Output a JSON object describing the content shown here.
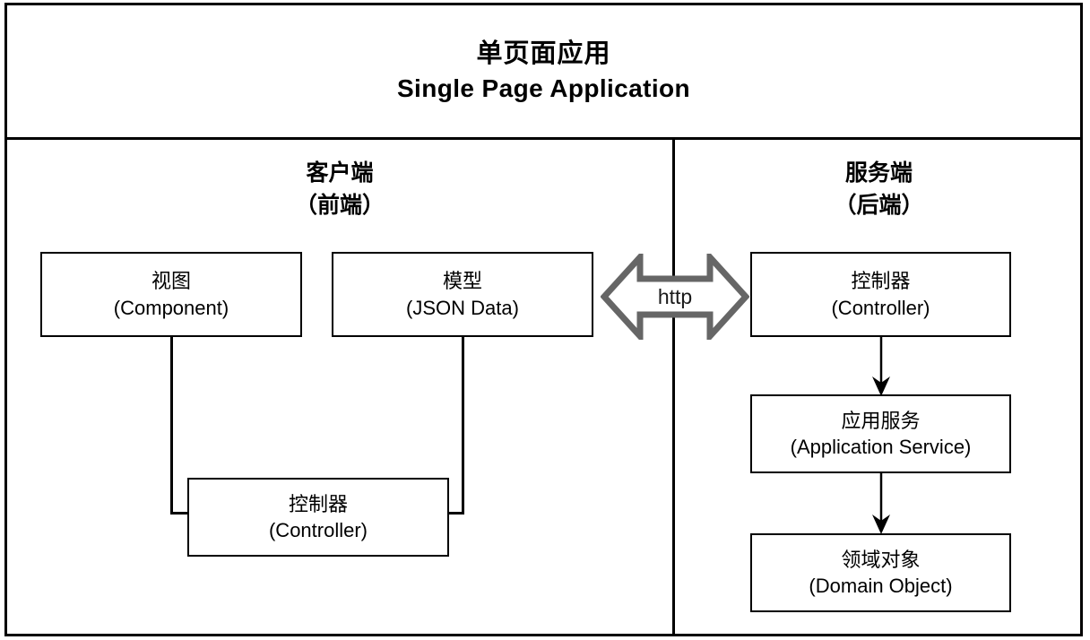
{
  "title": {
    "cn": "单页面应用",
    "en": "Single Page Application"
  },
  "columns": {
    "client": {
      "header_cn": "客户端",
      "header_en": "（前端）"
    },
    "server": {
      "header_cn": "服务端",
      "header_en": "（后端）"
    }
  },
  "nodes": {
    "view": {
      "cn": "视图",
      "en": "(Component)"
    },
    "model": {
      "cn": "模型",
      "en": "(JSON Data)"
    },
    "ctrl_front": {
      "cn": "控制器",
      "en": "(Controller)"
    },
    "ctrl_back": {
      "cn": "控制器",
      "en": "(Controller)"
    },
    "app_service": {
      "cn": "应用服务",
      "en": "(Application Service)"
    },
    "domain": {
      "cn": "领域对象",
      "en": "(Domain Object)"
    }
  },
  "connector": {
    "http_label": "http"
  },
  "colors": {
    "stroke": "#000000",
    "http_arrow": "#666666",
    "background": "#ffffff"
  },
  "icons": {
    "http_arrow": "double-headed-arrow-icon",
    "flow_arrow": "down-arrow-icon"
  }
}
